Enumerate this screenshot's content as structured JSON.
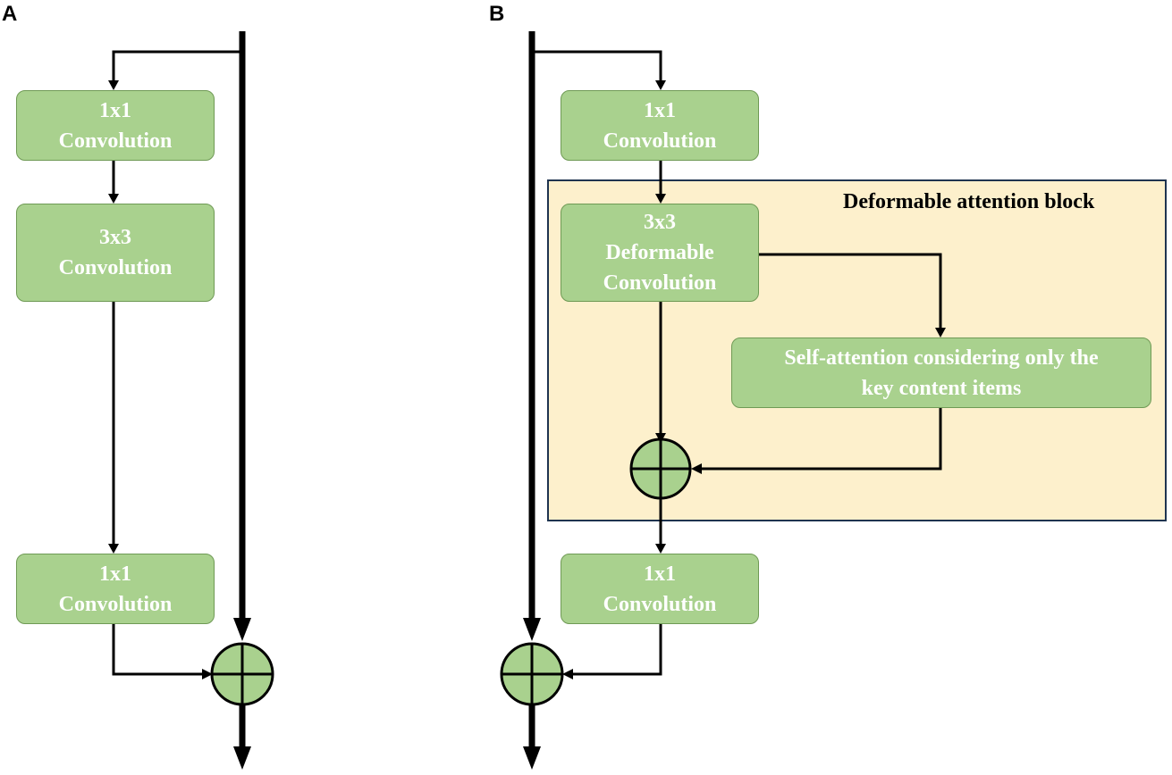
{
  "panels": {
    "a": {
      "label": "A",
      "conv1": {
        "line1": "1x1",
        "line2": "Convolution"
      },
      "conv2": {
        "line1": "3x3",
        "line2": "Convolution"
      },
      "conv3": {
        "line1": "1x1",
        "line2": "Convolution"
      }
    },
    "b": {
      "label": "B",
      "conv1": {
        "line1": "1x1",
        "line2": "Convolution"
      },
      "deform": {
        "line1": "3x3",
        "line2": "Deformable",
        "line3": "Convolution"
      },
      "attention": {
        "line1": "Self-attention considering only the",
        "line2": "key content items"
      },
      "conv3": {
        "line1": "1x1",
        "line2": "Convolution"
      },
      "region_title": "Deformable attention block"
    }
  },
  "colors": {
    "block_fill": "#a9d18e",
    "block_text": "#ffffff",
    "region_fill": "#fdf0cc",
    "region_border": "#1f3450",
    "arrow": "#000000"
  }
}
